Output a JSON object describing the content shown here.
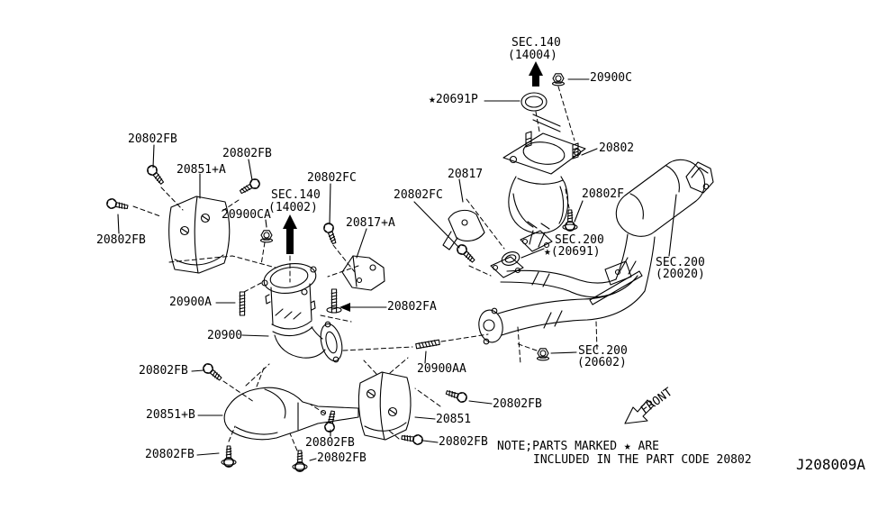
{
  "colors": {
    "background": "#ffffff",
    "line": "#000000",
    "text": "#000000"
  },
  "labels": [
    {
      "text": "SEC.140"
    },
    {
      "text": "(14004)"
    },
    {
      "text": "20900C"
    },
    {
      "text": "★20691P"
    },
    {
      "text": "20802"
    },
    {
      "text": "20802FB"
    },
    {
      "text": "20851+A"
    },
    {
      "text": "20802FB"
    },
    {
      "text": "20802FB"
    },
    {
      "text": "20900CA"
    },
    {
      "text": "SEC.140"
    },
    {
      "text": "(14002)"
    },
    {
      "text": "20802FC"
    },
    {
      "text": "20817"
    },
    {
      "text": "20817+A"
    },
    {
      "text": "20802FC"
    },
    {
      "text": "20802F"
    },
    {
      "text": "SEC.200"
    },
    {
      "text": "★(20691)"
    },
    {
      "text": "SEC.200"
    },
    {
      "text": "(20020)"
    },
    {
      "text": "20900A"
    },
    {
      "text": "20900"
    },
    {
      "text": "20802FA"
    },
    {
      "text": "20900AA"
    },
    {
      "text": "SEC.200"
    },
    {
      "text": "(20602)"
    },
    {
      "text": "20802FB"
    },
    {
      "text": "20851+B"
    },
    {
      "text": "20802FB"
    },
    {
      "text": "20802FB"
    },
    {
      "text": "20802FB"
    },
    {
      "text": "20851"
    },
    {
      "text": "20802FB"
    },
    {
      "text": "20802FB"
    }
  ],
  "front_label": "FRONT",
  "note": {
    "line1": "NOTE;PARTS MARKED ★ ARE",
    "line2": "INCLUDED IN THE PART CODE 20802"
  },
  "diagram_code": "J208009A"
}
